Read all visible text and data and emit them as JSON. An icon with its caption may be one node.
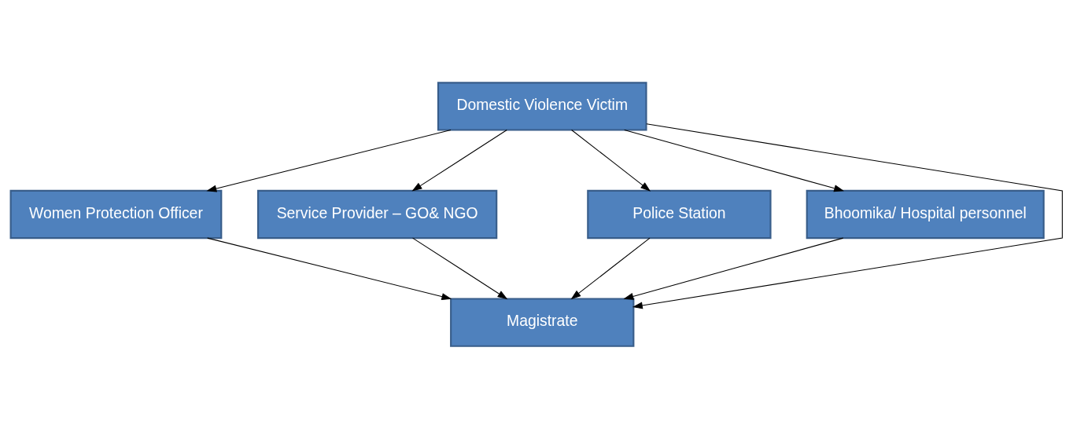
{
  "diagram": {
    "nodes": [
      {
        "text": [
          "Domestic Violence Victim"
        ]
      },
      {
        "text": [
          "Women Protection Officer"
        ]
      },
      {
        "text": [
          "Service Provider – GO& NGO"
        ]
      },
      {
        "text": [
          "Police Station"
        ]
      },
      {
        "text": [
          "Bhoomika/ Hospital personnel"
        ]
      },
      {
        "text": [
          "Magistrate"
        ]
      }
    ],
    "edges": [
      {
        "from": 0,
        "to": 1,
        "arrow": "to"
      },
      {
        "from": 0,
        "to": 2,
        "arrow": "to"
      },
      {
        "from": 0,
        "to": 5,
        "arrow": "to"
      },
      {
        "from": 0,
        "to": 3,
        "arrow": "to"
      },
      {
        "from": 0,
        "to": 4,
        "arrow": "to"
      },
      {
        "from": 1,
        "to": 5,
        "arrow": "to"
      },
      {
        "from": 2,
        "to": 5,
        "arrow": "to"
      },
      {
        "from": 3,
        "to": 5,
        "arrow": "to"
      },
      {
        "from": 4,
        "to": 5,
        "arrow": "to"
      }
    ]
  }
}
